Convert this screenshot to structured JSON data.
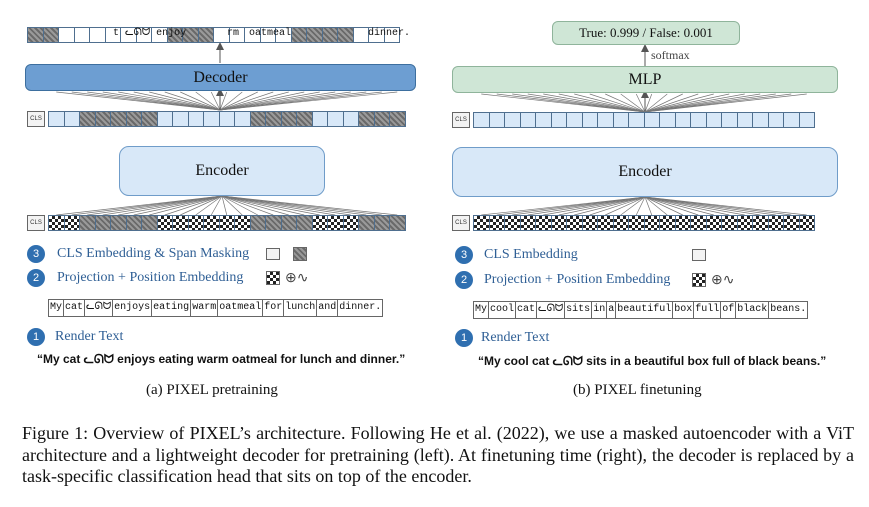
{
  "left": {
    "top_strip_tokens": [
      "t ᓚᘏᗢ enjoy",
      "rm",
      "oatmeal",
      "dinner."
    ],
    "decoder_label": "Decoder",
    "encoder_label": "Encoder",
    "cls_label": "CLS",
    "steps": [
      {
        "num": "3",
        "label": "CLS Embedding & Span Masking"
      },
      {
        "num": "2",
        "label": "Projection + Position Embedding"
      },
      {
        "num": "1",
        "label": "Render Text"
      }
    ],
    "rendered_tokens": [
      "My",
      "cat",
      "ᓚᘏᗢ",
      "enjoys",
      "eating",
      "warm",
      "oatmeal",
      "for",
      "lunch",
      "and",
      "dinner."
    ],
    "quote": "“My cat ᓚᘏᗢ enjoys eating warm oatmeal for lunch and dinner.”",
    "subcaption": "(a) PIXEL pretraining"
  },
  "right": {
    "output_label": "True: 0.999 / False: 0.001",
    "softmax_label": "softmax",
    "mlp_label": "MLP",
    "encoder_label": "Encoder",
    "cls_label": "CLS",
    "steps": [
      {
        "num": "3",
        "label": "CLS Embedding"
      },
      {
        "num": "2",
        "label": "Projection + Position Embedding"
      },
      {
        "num": "1",
        "label": "Render Text"
      }
    ],
    "rendered_tokens": [
      "My",
      "cool",
      "cat",
      "ᓚᘏᗢ",
      "sits",
      "in",
      "a",
      "beautiful",
      "box",
      "full",
      "of",
      "black",
      "beans."
    ],
    "quote": "“My cool cat ᓚᘏᗢ sits in a beautiful box full of black beans.”",
    "subcaption": "(b) PIXEL finetuning"
  },
  "caption": "Figure 1: Overview of PIXEL’s architecture. Following He et al. (2022), we use a masked autoencoder with a ViT architecture and a lightweight decoder for pretraining (left). At finetuning time (right), the decoder is replaced by a task-specific classification head that sits on top of the encoder.",
  "colors": {
    "decoder": "#6d9ed2",
    "encoder": "#d8e8f8",
    "mlp": "#cfe6d6",
    "step_text": "#2f5f95",
    "step_circle": "#2f6fb0"
  }
}
